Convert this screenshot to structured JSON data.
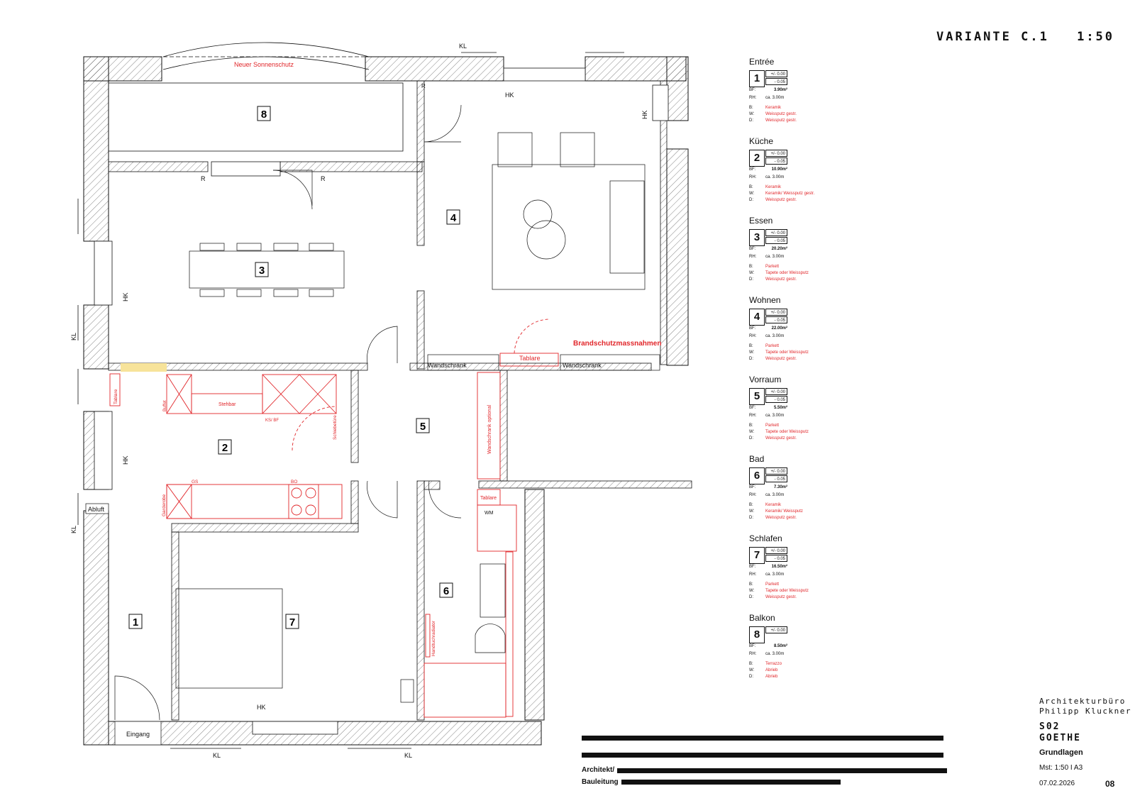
{
  "title": {
    "variant": "VARIANTE C.1",
    "scale": "1:50"
  },
  "plan": {
    "room_numbers": [
      "1",
      "2",
      "3",
      "4",
      "5",
      "6",
      "7",
      "8"
    ],
    "labels": {
      "sonnenschutz": "Neuer Sonnenschutz",
      "kl": "KL",
      "hk": "HK",
      "r": "R",
      "brandschutz": "Brandschutzmassnahmen",
      "tablare": "Tablare",
      "wandschrank": "Wandschrank",
      "wandschrank_optional": "Wandschrank optional",
      "stehbar": "Stehbar",
      "ks_bf": "KS/\nBF",
      "schiebetuere": "Schiebetüre",
      "gs": "GS",
      "bo": "BO",
      "garderobe": "Garderobe",
      "abluft": "Abluft",
      "wm": "WM",
      "handtuchradiator": "Handtuchradiator",
      "eingang": "Eingang",
      "buffet": "Buffet"
    }
  },
  "legend": [
    {
      "name": "Entrée",
      "num": "1",
      "level1": "+/- 0.00",
      "level2": "- 0.05",
      "bf": "3.90m²",
      "rh": "ca. 3.00m",
      "b": "Keramik",
      "w": "Weissputz gestr.",
      "d": "Weissputz gestr."
    },
    {
      "name": "Küche",
      "num": "2",
      "level1": "+/- 0.00",
      "level2": "- 0.05",
      "bf": "10.90m²",
      "rh": "ca. 3.00m",
      "b": "Keramik",
      "w": "Keramik/ Weissputz gestr.",
      "d": "Weissputz gestr."
    },
    {
      "name": "Essen",
      "num": "3",
      "level1": "+/- 0.00",
      "level2": "- 0.05",
      "bf": "20.20m²",
      "rh": "ca. 3.00m",
      "b": "Parkett",
      "w": "Tapete oder Weissputz",
      "d": "Weissputz gestr."
    },
    {
      "name": "Wohnen",
      "num": "4",
      "level1": "+/- 0.00",
      "level2": "- 0.05",
      "bf": "22.00m²",
      "rh": "ca. 3.00m",
      "b": "Parkett",
      "w": "Tapete oder Weissputz",
      "d": "Weissputz gestr."
    },
    {
      "name": "Vorraum",
      "num": "5",
      "level1": "+/- 0.00",
      "level2": "- 0.05",
      "bf": "5.50m²",
      "rh": "ca. 3.00m",
      "b": "Parkett",
      "w": "Tapete oder Weissputz",
      "d": "Weissputz gestr."
    },
    {
      "name": "Bad",
      "num": "6",
      "level1": "+/- 0.00",
      "level2": "- 0.05",
      "bf": "7.30m²",
      "rh": "ca. 3.00m",
      "b": "Keramik",
      "w": "Keramik/ Weissputz",
      "d": "Weissputz gestr."
    },
    {
      "name": "Schlafen",
      "num": "7",
      "level1": "+/- 0.00",
      "level2": "- 0.05",
      "bf": "16.50m²",
      "rh": "ca. 3.00m",
      "b": "Parkett",
      "w": "Tapete oder Weissputz",
      "d": "Weissputz gestr."
    },
    {
      "name": "Balkon",
      "num": "8",
      "level1": "+/- 0.00",
      "level2": "",
      "bf": "8.50m²",
      "rh": "ca. 3.00m",
      "b": "Terrazzo",
      "w": "Abrieb",
      "d": "Abrieb"
    }
  ],
  "legend_keys": {
    "bf": "BF:",
    "rh": "RH:",
    "b": "B:",
    "w": "W:",
    "d": "D:"
  },
  "titleblock": {
    "office_line1": "Architekturbüro",
    "office_line2": "Philipp Kluckner",
    "project_code": "S02",
    "project_name": "GOETHE",
    "subtitle": "Grundlagen",
    "scale": "Mst: 1:50 I A3",
    "date": "07.02.2026",
    "page": "08",
    "architekt_label": "Architekt/",
    "bauleitung_label": "Bauleitung"
  },
  "colors": {
    "red": "#e1262a",
    "yellow": "#f7e39a",
    "ink": "#111111"
  }
}
